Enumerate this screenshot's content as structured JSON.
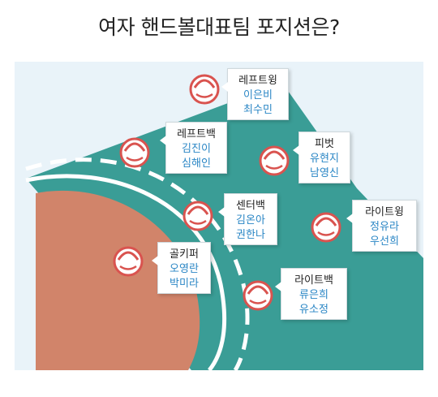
{
  "title": "여자 핸드볼대표팀 포지션은?",
  "colors": {
    "court": "#3a9d96",
    "goal_area": "#d1846a",
    "lines": "#ffffff",
    "player_name": "#2a86c5",
    "panel_bg": "#e9f3f9"
  },
  "positions": [
    {
      "id": "left-wing",
      "label": "레프트윙",
      "players": [
        "이은비",
        "최수민"
      ]
    },
    {
      "id": "left-back",
      "label": "레프트백",
      "players": [
        "김진이",
        "심해인"
      ]
    },
    {
      "id": "pivot",
      "label": "피벗",
      "players": [
        "유현지",
        "남영신"
      ]
    },
    {
      "id": "center-back",
      "label": "센터백",
      "players": [
        "김온아",
        "권한나"
      ]
    },
    {
      "id": "right-wing",
      "label": "라이트윙",
      "players": [
        "정유라",
        "우선희"
      ]
    },
    {
      "id": "goalkeeper",
      "label": "골키퍼",
      "players": [
        "오영란",
        "박미라"
      ]
    },
    {
      "id": "right-back",
      "label": "라이트백",
      "players": [
        "류은희",
        "유소정"
      ]
    }
  ]
}
